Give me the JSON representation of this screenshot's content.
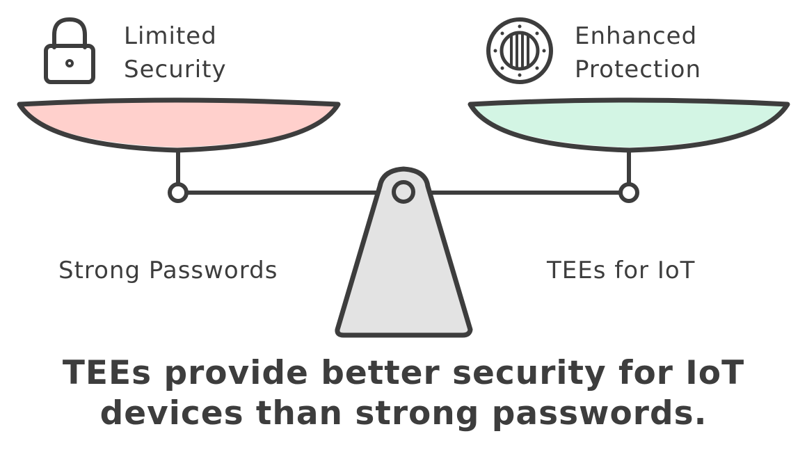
{
  "left": {
    "title_line1": "Limited",
    "title_line2": "Security",
    "side_label": "Strong Passwords",
    "icon": "lock-icon",
    "pan_color": "#ffd0cc"
  },
  "right": {
    "title_line1": "Enhanced",
    "title_line2": "Protection",
    "side_label": "TEEs for IoT",
    "icon": "porthole-icon",
    "pan_color": "#d3f5e4"
  },
  "conclusion": {
    "line1": "TEEs provide better security for IoT",
    "line2": "devices than strong passwords."
  },
  "colors": {
    "stroke": "#3d3d3d",
    "fulcrum_fill": "#e3e3e3"
  }
}
